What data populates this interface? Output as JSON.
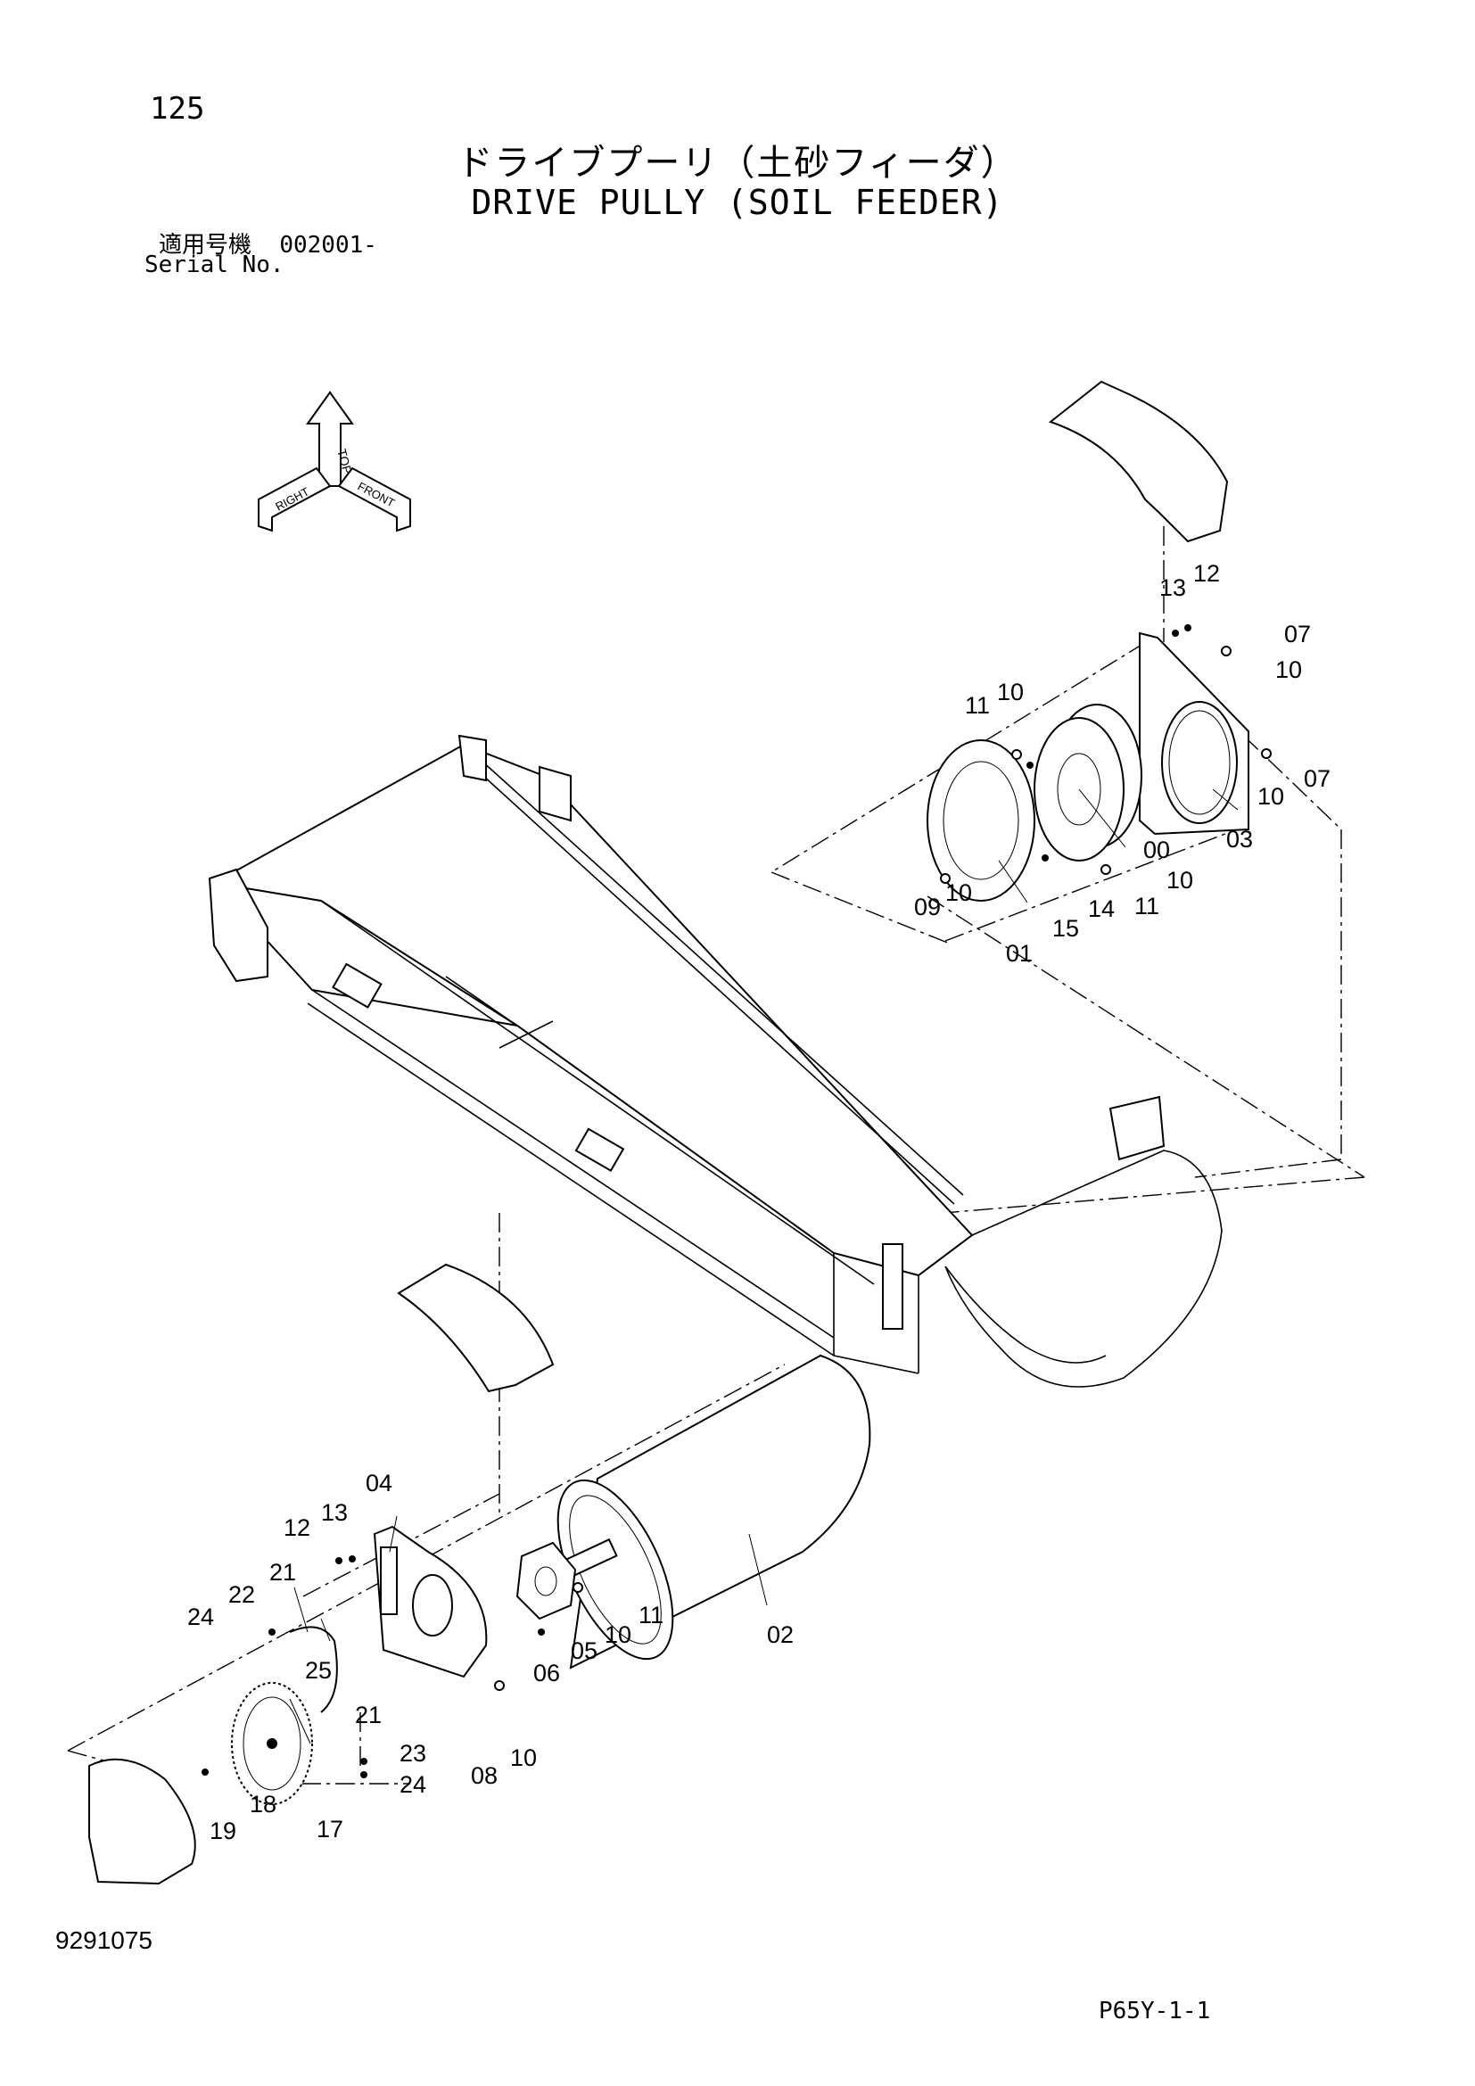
{
  "header": {
    "page_number": "125",
    "title_jp": "ドライブプーリ（土砂フィーダ）",
    "title_en": "DRIVE PULLY (SOIL FEEDER)",
    "serial_label_jp": "適用号機",
    "serial_value": "002001-",
    "serial_label_en": "Serial No."
  },
  "orientation_indicator": {
    "top_label": "TOP",
    "right_label": "RIGHT",
    "front_label": "FRONT"
  },
  "part_callouts": [
    "00",
    "01",
    "02",
    "03",
    "04",
    "05",
    "06",
    "07",
    "07",
    "08",
    "09",
    "10",
    "10",
    "10",
    "10",
    "10",
    "10",
    "10",
    "11",
    "11",
    "11",
    "12",
    "12",
    "13",
    "13",
    "14",
    "15",
    "17",
    "18",
    "19",
    "21",
    "21",
    "22",
    "23",
    "24",
    "24",
    "25"
  ],
  "footer": {
    "document_number": "9291075",
    "page_code": "P65Y-1-1"
  }
}
